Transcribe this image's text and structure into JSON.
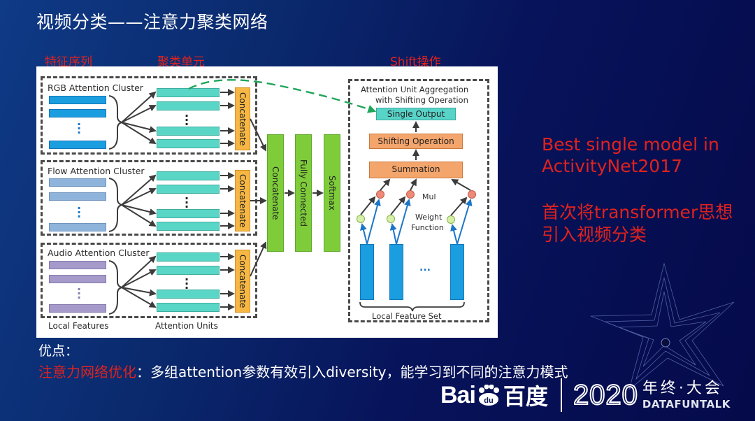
{
  "slide": {
    "title": "视频分类——注意力聚类网络",
    "labels": {
      "feature_sequence": "特征序列",
      "cluster_unit": "聚类单元",
      "shift_op": "Shift操作"
    }
  },
  "figure": {
    "clusters": [
      {
        "title": "RGB Attention Cluster",
        "concat_label": "Concatenate"
      },
      {
        "title": "Flow Attention Cluster",
        "concat_label": "Concatenate"
      },
      {
        "title": "Audio Attention Cluster",
        "concat_label": "Concatenate"
      }
    ],
    "bottom_labels": {
      "local_features": "Local Features",
      "attention_units": "Attention Units"
    },
    "pipeline": [
      "Concatenate",
      "Fully Connected",
      "Softmax"
    ],
    "aggregation": {
      "title_line1": "Attention Unit Aggregation",
      "title_line2": "with Shifting Operation",
      "single_output": "Single Output",
      "shifting_operation": "Shifting Operation",
      "summation": "Summation",
      "mul": "Mul",
      "weight_function_line1": "Weight",
      "weight_function_line2": "Function",
      "ellipsis": "...",
      "local_feature_set": "Local Feature Set"
    },
    "colors": {
      "rgb_feature": "#1a9ee0",
      "flow_feature": "#8fb4dc",
      "audio_feature": "#a59ac9",
      "attention_unit": "#5ad6c6",
      "concat": "#f7b744",
      "pipeline": "#7fcc3a",
      "orange_box": "#f4a56c",
      "green_arrow": "#1fa55a"
    }
  },
  "right_panel": {
    "line1": "Best single model in",
    "line2": "ActivityNet2017",
    "line3": "首次将transformer思想",
    "line4": "引入视频分类"
  },
  "pros": {
    "title": "优点：",
    "highlight": "注意力网络优化",
    "text": "：多组attention参数有效引入diversity，能学习到不同的注意力模式"
  },
  "footer": {
    "brand_latin": "Bai",
    "brand_paw_text": "du",
    "brand_cn": "百度",
    "year": "2020",
    "event_cn": "年终·大会",
    "event_en": "DATAFUNTALK"
  }
}
